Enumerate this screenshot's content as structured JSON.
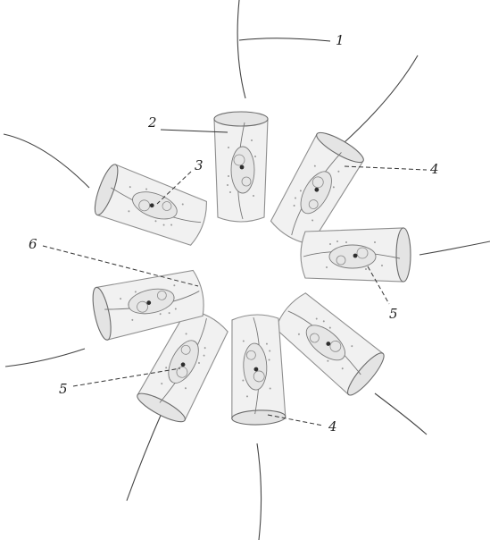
{
  "labels": {
    "l1": "1",
    "l2": "2",
    "l3": "3",
    "l4a": "4",
    "l4b": "4",
    "l5a": "5",
    "l5b": "5",
    "l6": "6"
  },
  "colors": {
    "cell_fill": "#f1f1f1",
    "outline": "#8e8e8e",
    "ink": "#333333"
  }
}
